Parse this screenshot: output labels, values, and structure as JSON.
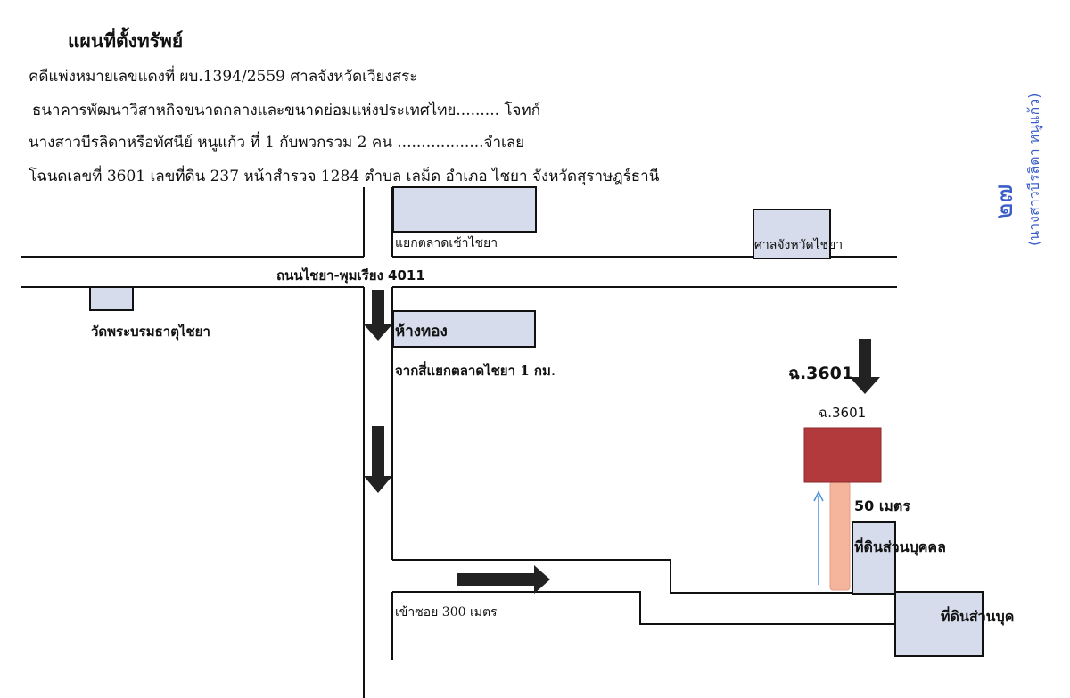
{
  "header": {
    "title": "แผนที่ตั้งทรัพย์",
    "case_line": "คดีแพ่งหมายเลขแดงที่    ผบ.1394/2559    ศาลจังหวัดเวียงสระ",
    "plaintiff_line": "ธนาคารพัฒนาวิสาหกิจขนาดกลางและขนาดย่อมแห่งประเทศไทย.........     โจทก์",
    "defendant_line": "นางสาวบีรลิดาหรือทัศนีย์  หนูแก้ว    ที่ 1 กับพวกรวม 2 คน ..................จำเลย",
    "deed_line": "โฉนดเลขที่ 3601 เลขที่ดิน 237  หน้าสำรวจ  1284  ตำบล เลม็ด  อำเภอ ไชยา  จังหวัดสุราษฎร์ธานี"
  },
  "map": {
    "main_road": "ถนนไชยา-พุมเรียง 4011",
    "landmarks": {
      "market_junction": "แยกตลาดเช้าไชยา",
      "court": "ศาลจังหวัดไชยา",
      "temple": "วัดพระบรมธาตุไชยา",
      "gold_shop": "ห้างทอง"
    },
    "distance_note": "จากสี่แยกตลาดไชยา  1 กม.",
    "soi_note": "เข้าซอย 300 เมตร",
    "parcel_label_large": "ฉ.3601",
    "parcel_label_small": "ฉ.3601",
    "distance_50m": "50 เมตร",
    "private_land_1": "ที่ดินส่วนบุคคล",
    "private_land_2": "ที่ดินส่วนบุค"
  },
  "stamp": {
    "number": "๒๗",
    "name": "(นางสาวบีรลิดา หนูแก้ว)"
  },
  "colors": {
    "landmark_fill": "#d7dcec",
    "parcel_fill": "#b23a3c",
    "access_path": "#f5b49c",
    "stamp_ink": "#3a5dc8",
    "guide_arrow": "#4a90d9"
  }
}
